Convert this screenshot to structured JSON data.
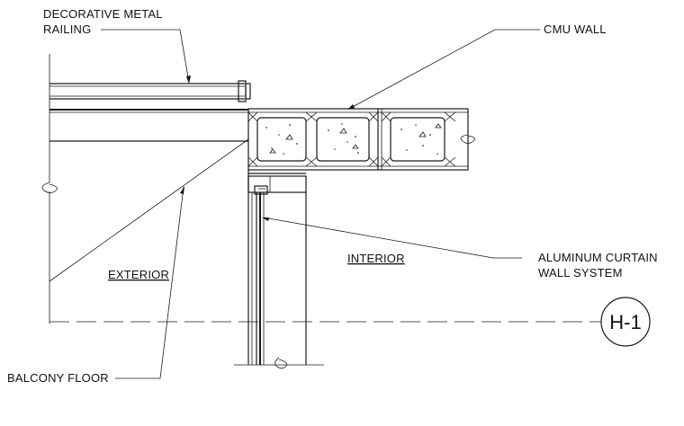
{
  "labels": {
    "railing_line1": "DECORATIVE METAL",
    "railing_line2": "RAILING",
    "cmu_wall": "CMU WALL",
    "curtain_line1": "ALUMINUM CURTAIN",
    "curtain_line2": "WALL SYSTEM",
    "exterior": "EXTERIOR",
    "interior": "INTERIOR",
    "balcony_floor": "BALCONY FLOOR"
  },
  "grid_tag": "H-1"
}
